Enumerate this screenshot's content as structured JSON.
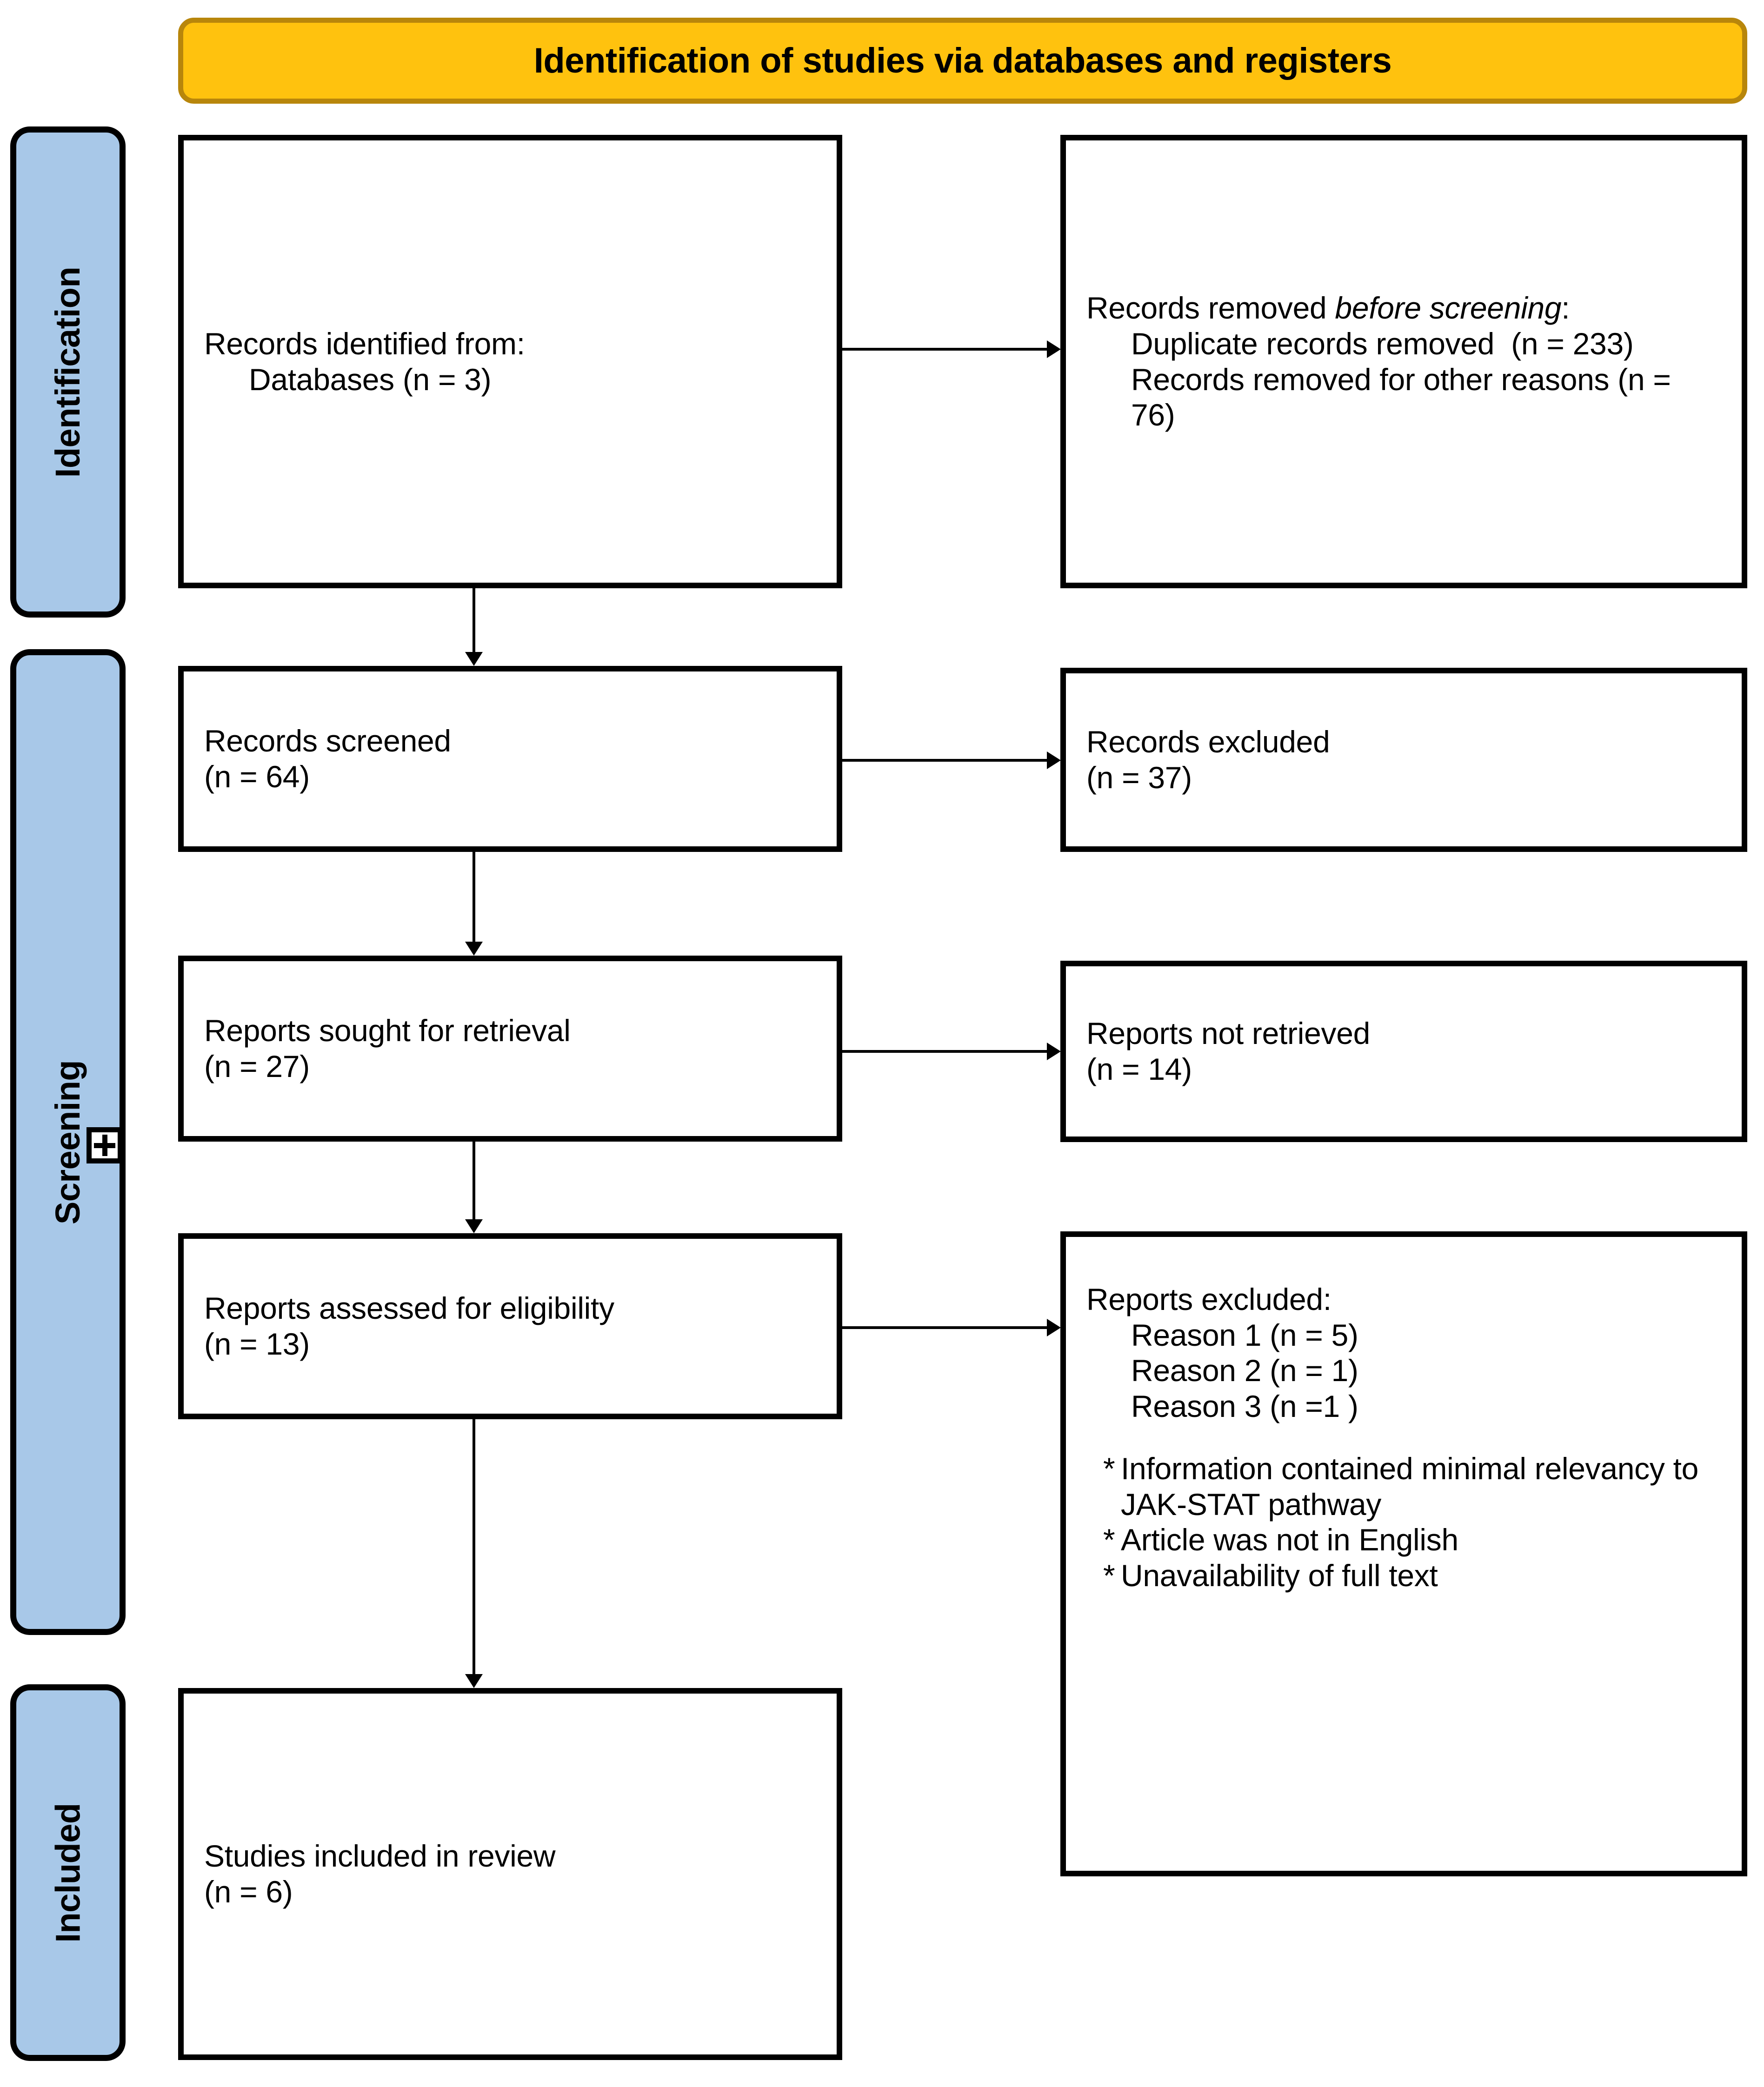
{
  "title": {
    "text": "Identification of studies via databases and registers",
    "fill_color": "#FFC20E",
    "border_color": "#B8860B"
  },
  "stages": {
    "rail_color": "#A8C8E8",
    "identification": "Identification",
    "screening": "Screening",
    "included": "Included",
    "expand_icon": "+"
  },
  "boxes": {
    "identified": {
      "line1": "Records identified from:",
      "line2": "Databases (n = 3)",
      "n": 3
    },
    "removed_before_screening": {
      "heading_prefix": "Records removed ",
      "heading_italic": "before screening",
      "heading_suffix": ":",
      "item1": "Duplicate records removed  (n = 233)",
      "item2": "Records removed for other reasons (n = 76)",
      "duplicates_n": 233,
      "other_n": 76
    },
    "screened": {
      "label": "Records screened",
      "count": "(n = 64)",
      "n": 64
    },
    "records_excluded": {
      "label": "Records excluded",
      "count": "(n = 37)",
      "n": 37
    },
    "sought": {
      "label": "Reports sought for retrieval",
      "count": "(n = 27)",
      "n": 27
    },
    "not_retrieved": {
      "label": "Reports not retrieved",
      "count": "(n = 14)",
      "n": 14
    },
    "assessed": {
      "label": "Reports assessed for eligibility",
      "count": "(n = 13)",
      "n": 13
    },
    "reports_excluded": {
      "heading": "Reports excluded:",
      "reason1": "Reason 1 (n = 5)",
      "reason2": "Reason 2 (n = 1)",
      "reason3": "Reason 3 (n =1 )",
      "reason1_n": 5,
      "reason2_n": 1,
      "reason3_n": 1,
      "bullet_mark": "*",
      "bullet1": "Information contained minimal relevancy to JAK-STAT pathway",
      "bullet2": "Article was not in English",
      "bullet3": "Unavailability of full text"
    },
    "included_studies": {
      "label": "Studies included in review",
      "count": "(n = 6)",
      "n": 6
    }
  }
}
